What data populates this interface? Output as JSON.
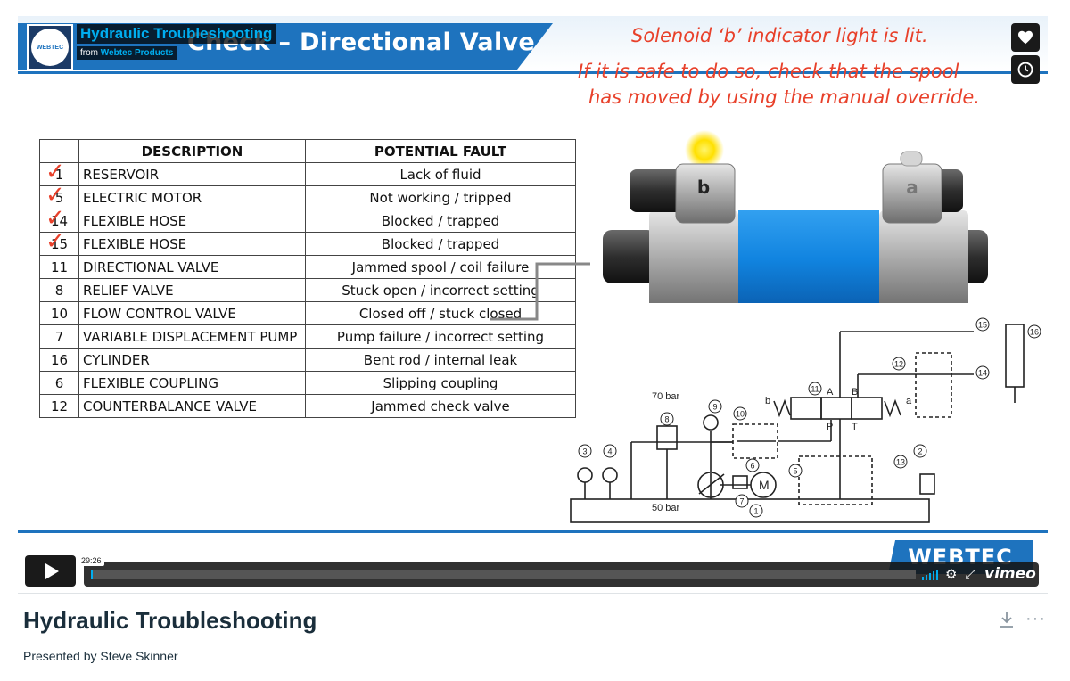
{
  "player": {
    "video_title": "Hydraulic Troubleshooting",
    "byline_prefix": "from",
    "byline_owner": "Webtec Products",
    "logo_text": "WEBTEC",
    "time_tooltip": "29:26",
    "progress_fraction": 0.002,
    "vimeo_label": "vimeo",
    "icons": [
      "heart-icon",
      "clock-icon",
      "play-icon",
      "volume-icon",
      "settings-icon",
      "fullscreen-icon"
    ]
  },
  "slide": {
    "heading": "Check – Directional Valve",
    "notes": [
      "Solenoid ‘b’ indicator light is lit.",
      "If it is safe to do so, check that the spool",
      "has moved by using the manual override."
    ],
    "brand": "WEBTEC",
    "table": {
      "headers": [
        "",
        "DESCRIPTION",
        "POTENTIAL FAULT"
      ],
      "rows": [
        {
          "num": "1",
          "desc": "RESERVOIR",
          "fault": "Lack of fluid",
          "checked": true
        },
        {
          "num": "5",
          "desc": "ELECTRIC MOTOR",
          "fault": "Not working / tripped",
          "checked": true
        },
        {
          "num": "14",
          "desc": "FLEXIBLE HOSE",
          "fault": "Blocked / trapped",
          "checked": true
        },
        {
          "num": "15",
          "desc": "FLEXIBLE HOSE",
          "fault": "Blocked / trapped",
          "checked": true
        },
        {
          "num": "11",
          "desc": "DIRECTIONAL VALVE",
          "fault": "Jammed spool / coil failure",
          "checked": false
        },
        {
          "num": "8",
          "desc": "RELIEF VALVE",
          "fault": "Stuck open / incorrect setting",
          "checked": false
        },
        {
          "num": "10",
          "desc": "FLOW CONTROL VALVE",
          "fault": "Closed off / stuck closed",
          "checked": false
        },
        {
          "num": "7",
          "desc": "VARIABLE DISPLACEMENT PUMP",
          "fault": "Pump failure / incorrect setting",
          "checked": false
        },
        {
          "num": "16",
          "desc": "CYLINDER",
          "fault": "Bent rod / internal leak",
          "checked": false
        },
        {
          "num": "6",
          "desc": "FLEXIBLE COUPLING",
          "fault": "Slipping coupling",
          "checked": false
        },
        {
          "num": "12",
          "desc": "COUNTERBALANCE VALVE",
          "fault": "Jammed check valve",
          "checked": false
        }
      ]
    },
    "valve": {
      "solenoid_b": "b",
      "solenoid_a": "a"
    },
    "circuit": {
      "relief_setting": "70 bar",
      "pump_setting": "50 bar",
      "motor": "M",
      "ports": [
        "A",
        "B",
        "P",
        "T"
      ],
      "side_b": "b",
      "side_a": "a",
      "labels": [
        "1",
        "2",
        "3",
        "4",
        "5",
        "6",
        "7",
        "8",
        "9",
        "10",
        "11",
        "12",
        "13",
        "14",
        "15",
        "16"
      ]
    }
  },
  "page": {
    "title": "Hydraulic Troubleshooting",
    "presenter": "Presented by Steve Skinner"
  }
}
